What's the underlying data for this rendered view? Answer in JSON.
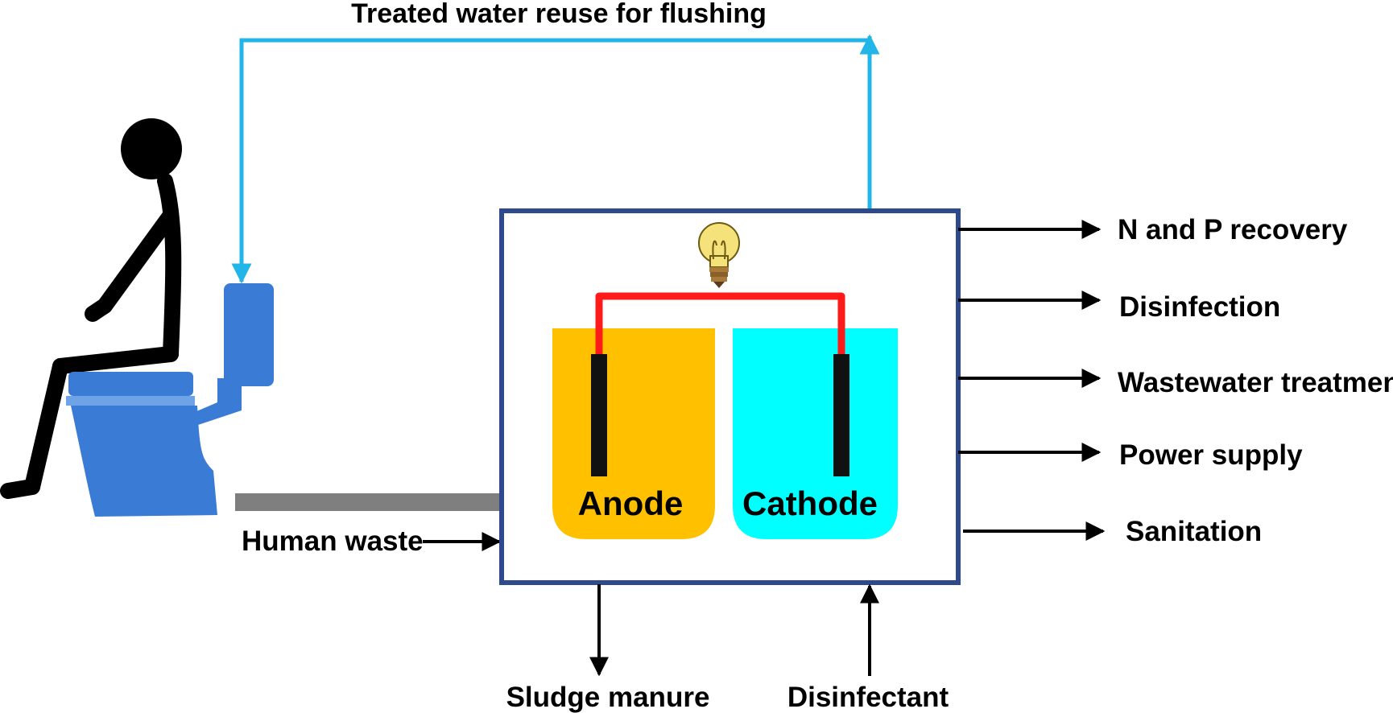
{
  "diagram": {
    "top_label": "Treated water reuse for flushing",
    "input_label": "Human waste",
    "outputs": [
      {
        "label": "N and P recovery"
      },
      {
        "label": "Disinfection"
      },
      {
        "label": "Wastewater treatment"
      },
      {
        "label": "Power supply"
      },
      {
        "label": "Sanitation"
      }
    ],
    "anode_label": "Anode",
    "cathode_label": "Cathode",
    "bottom_left_label": "Sludge manure",
    "bottom_right_label": "Disinfectant"
  },
  "colors": {
    "recycle_arrow": "#21B5E8",
    "reactor_border": "#2F4A8C",
    "anode_fill": "#FFC000",
    "cathode_fill": "#00FFFF",
    "wire": "#FF1A1A",
    "electrode": "#111111",
    "toilet": "#3A7BD5",
    "pipe": "#7F7F7F",
    "figure": "#000000",
    "bulb": "#F6E27A"
  }
}
